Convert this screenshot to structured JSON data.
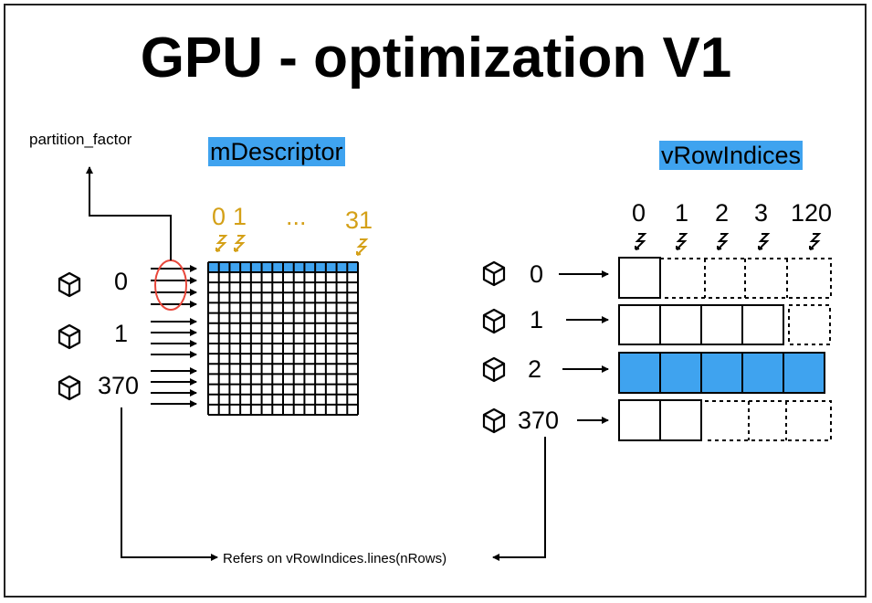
{
  "title": "GPU - optimization V1",
  "partition_label": "partition_factor",
  "left": {
    "array_label": "mDescriptor",
    "thread_ticks": [
      "0",
      "1",
      "...",
      "31"
    ],
    "blocks": [
      "0",
      "1",
      "370"
    ]
  },
  "right": {
    "array_label": "vRowIndices",
    "column_ticks": [
      "0",
      "1",
      "2",
      "3",
      "120"
    ],
    "blocks": [
      "0",
      "1",
      "2",
      "370"
    ]
  },
  "footer_note": "Refers on vRowIndices.lines(nRows)",
  "colors": {
    "highlight": "#3fa3ef",
    "thread_tick": "#d4a017",
    "ellipse": "#e8473b"
  },
  "icons": [
    "cube-icon",
    "lightning-icon",
    "arrow-icon"
  ]
}
